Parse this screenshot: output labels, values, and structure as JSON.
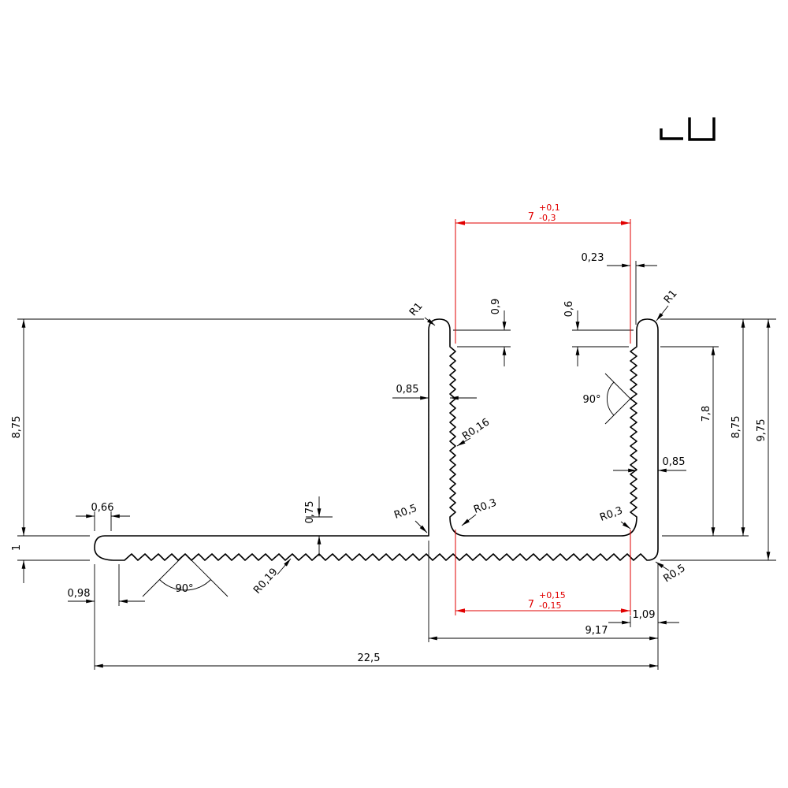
{
  "colors": {
    "line": "#000000",
    "dimension_tolerance_red": "#e10000",
    "background": "#ffffff"
  },
  "icon": {
    "name": "profile-thumbnail"
  },
  "dims": {
    "leg_height_left": "8,75",
    "base_thickness": "1",
    "left_end_offset": "0,66",
    "left_end_width": "0,98",
    "bottom_serration_angle": "90°",
    "bottom_serration_radius": "R0,19",
    "base_web_thickness": "0,75",
    "left_outer_fillet_radius": "R0,5",
    "channel_left_fillet_radius": "R0,3",
    "left_leg_wall": "0,85",
    "left_serration_radius": "R0,16",
    "left_leg_top_offset": "0,9",
    "left_leg_top_radius": "R1",
    "right_leg_top_radius": "R1",
    "right_serration_depth": "0,23",
    "right_leg_top_offset": "0,6",
    "channel_serration_angle": "90°",
    "channel_inner_depth": "7,8",
    "leg_height_right": "8,75",
    "total_height": "9,75",
    "right_leg_wall": "0,85",
    "channel_right_fillet_radius": "R0,3",
    "bottom_right_radius": "R0,5",
    "channel_width_top": {
      "value": "7",
      "tol_plus": "+0,1",
      "tol_minus": "-0,3"
    },
    "channel_width_bottom": {
      "value": "7",
      "tol_plus": "+0,15",
      "tol_minus": "-0,15"
    },
    "right_leg_total_width": "1,09",
    "channel_outer_width": "9,17",
    "total_width": "22,5"
  }
}
